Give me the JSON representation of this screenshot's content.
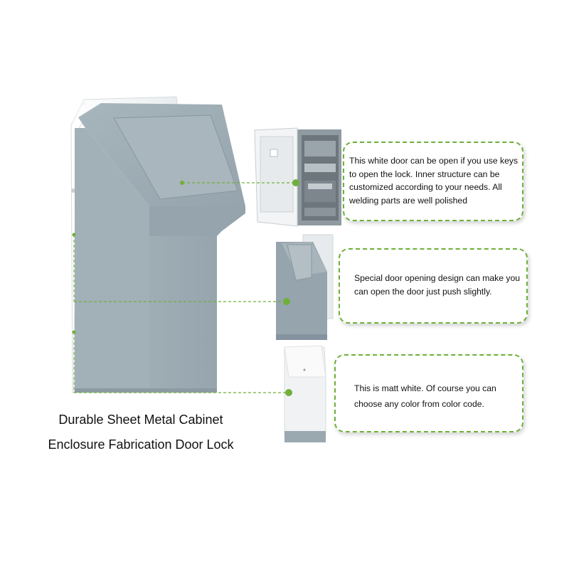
{
  "caption": {
    "line1": "Durable Sheet Metal Cabinet",
    "line2": "Enclosure Fabrication Door Lock"
  },
  "callouts": [
    {
      "text": "This white door can be open if you use keys to open the lock. Inner structure can be customized according to your needs. All welding parts are well polished"
    },
    {
      "text": "Special door opening design can make you can open the door just push slightly."
    },
    {
      "text": "This is matt white. Of course you can choose any color from color code."
    }
  ],
  "colors": {
    "accent_green": "#6fb03a",
    "cabinet_grey": "#9aa9b1",
    "cabinet_white": "#f2f2f2"
  }
}
